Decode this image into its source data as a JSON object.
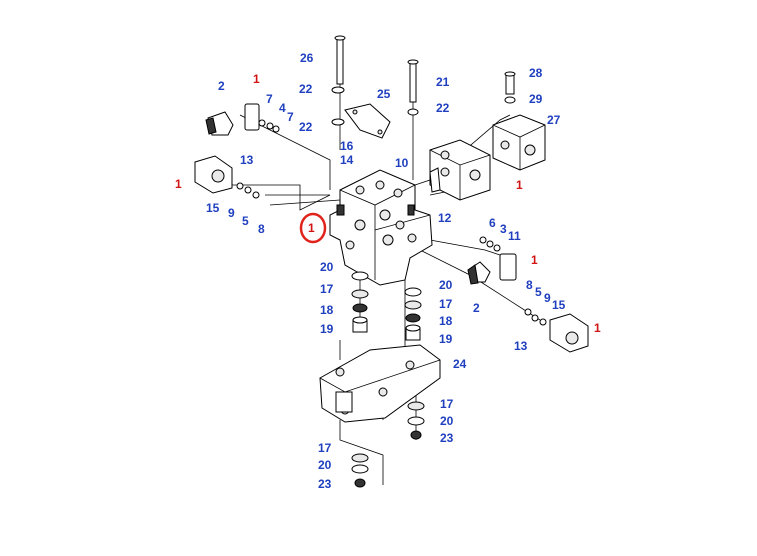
{
  "diagram": {
    "accent_blue": "#1f3fbf",
    "accent_red": "#d21414",
    "highlight_color": "#e0241c",
    "labels": {
      "p26": "26",
      "p22a": "22",
      "p22b": "22",
      "p25": "25",
      "p21": "21",
      "p22c": "22",
      "p28": "28",
      "p29": "29",
      "p27": "27",
      "p2a": "2",
      "p1a": "1",
      "p7a": "7",
      "p4": "4",
      "p7b": "7",
      "p16": "16",
      "p14": "14",
      "p10": "10",
      "p1b": "1",
      "p13a": "13",
      "p1c": "1",
      "p15a": "15",
      "p9a": "9",
      "p5a": "5",
      "p8a": "8",
      "p12": "12",
      "p1d": "1",
      "p6": "6",
      "p3": "3",
      "p11": "11",
      "p1e": "1",
      "p20a": "20",
      "p2b": "2",
      "p17a": "17",
      "p18a": "18",
      "p19a": "19",
      "p20b": "20",
      "p17b": "17",
      "p18b": "18",
      "p19b": "19",
      "p8b": "8",
      "p5b": "5",
      "p9b": "9",
      "p15b": "15",
      "p1f": "1",
      "p13b": "13",
      "p24": "24",
      "p17c": "17",
      "p20c": "20",
      "p23a": "23",
      "p17d": "17",
      "p20d": "20",
      "p23b": "23"
    }
  }
}
